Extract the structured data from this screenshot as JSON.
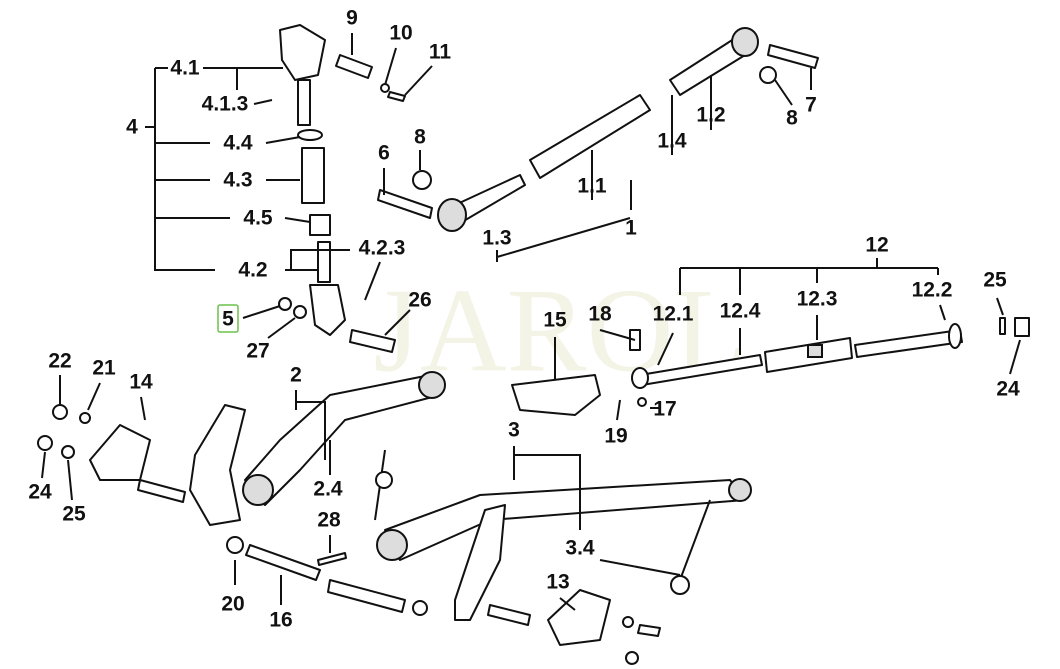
{
  "watermark": "JAROL",
  "highlight_color": "#6cc04a",
  "labels": {
    "l9": "9",
    "l10": "10",
    "l11": "11",
    "l4_1": "4.1",
    "l4_1_3": "4.1.3",
    "l4": "4",
    "l4_4": "4.4",
    "l4_3": "4.3",
    "l4_5": "4.5",
    "l4_2_3": "4.2.3",
    "l4_2": "4.2",
    "l5": "5",
    "l27": "27",
    "l26": "26",
    "l6": "6",
    "l8a": "8",
    "l1_3": "1.3",
    "l1_1": "1.1",
    "l1_4": "1.4",
    "l1_2": "1.2",
    "l1": "1",
    "l7": "7",
    "l8b": "8",
    "l12": "12",
    "l12_1": "12.1",
    "l12_4": "12.4",
    "l12_3": "12.3",
    "l12_2": "12.2",
    "l25a": "25",
    "l24a": "24",
    "l15": "15",
    "l18": "18",
    "l17": "17",
    "l19": "19",
    "l22": "22",
    "l21": "21",
    "l14": "14",
    "l24b": "24",
    "l25b": "25",
    "l2": "2",
    "l2_4": "2.4",
    "l3": "3",
    "l28": "28",
    "l3_4": "3.4",
    "l13": "13",
    "l20": "20",
    "l16": "16"
  }
}
